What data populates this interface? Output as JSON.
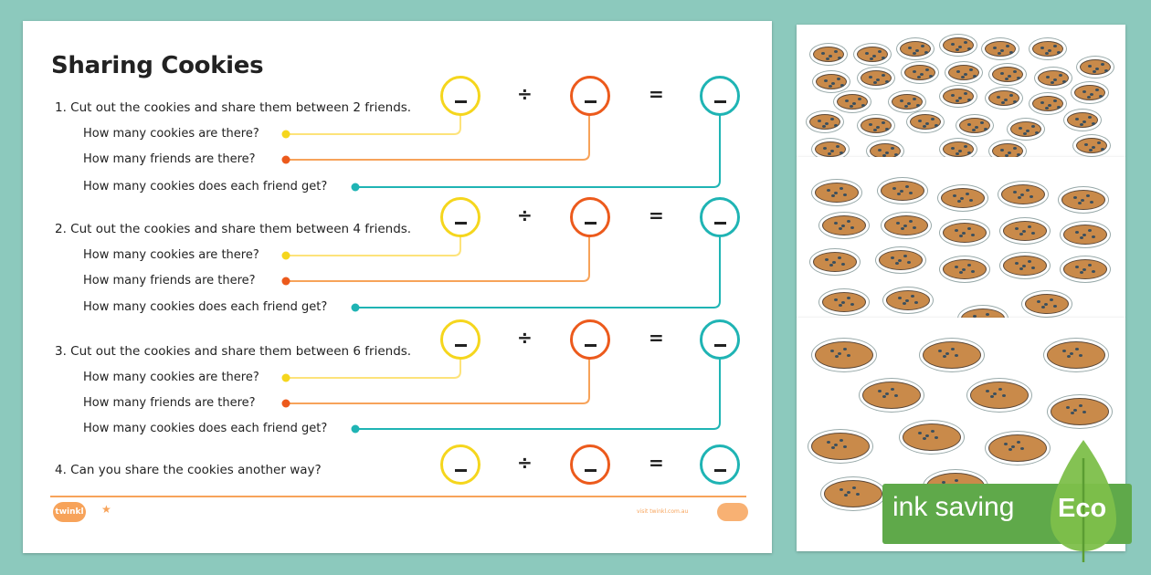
{
  "worksheet": {
    "title": "Sharing Cookies",
    "questions": [
      {
        "text": "1.  Cut out the cookies and share them between 2 friends.",
        "subs": [
          "How many cookies are there?",
          "How many friends are there?",
          "How many cookies does each friend get?"
        ]
      },
      {
        "text": "2.  Cut out the cookies and share them between 4 friends.",
        "subs": [
          "How many cookies are there?",
          "How many friends are there?",
          "How many cookies does each friend get?"
        ]
      },
      {
        "text": "3.  Cut out the cookies and share them between 6 friends.",
        "subs": [
          "How many cookies are there?",
          "How many friends are there?",
          "How many cookies does each friend get?"
        ]
      },
      {
        "text": "4.  Can you share the cookies another way?",
        "subs": []
      }
    ],
    "divide_symbol": "÷",
    "equals_symbol": "=",
    "colors": {
      "yellow": "#f5d61d",
      "orange": "#ec5a1c",
      "teal": "#1fb4b4"
    },
    "footer": {
      "logo": "twinkl",
      "url": "visit twinkl.com.au"
    }
  },
  "badge": {
    "text": "ink saving",
    "label": "Eco",
    "color": "#5fa94a"
  }
}
